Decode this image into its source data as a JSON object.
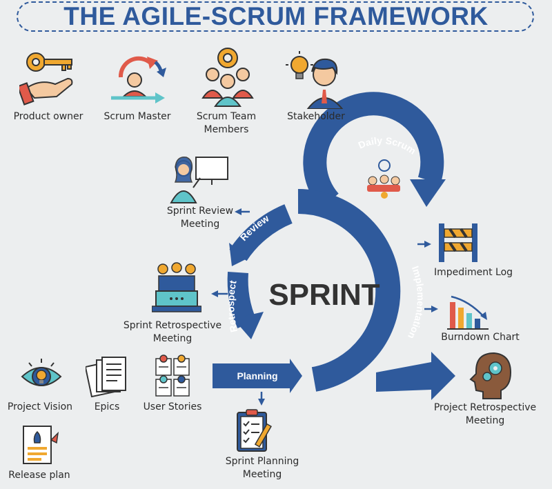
{
  "title": "THE AGILE-SCRUM FRAMEWORK",
  "roles": {
    "product_owner": "Product owner",
    "scrum_master": "Scrum Master",
    "team_line1": "Scrum Team",
    "team_line2": "Members",
    "stakeholder": "Stakeholder"
  },
  "cycle": {
    "center": "SPRINT",
    "daily_scrum": "Daily Scrum",
    "review": "Review",
    "retrospect": "Retrospect",
    "implementation": "Implementation",
    "planning": "Planning"
  },
  "events": {
    "review_line1": "Sprint Review",
    "review_line2": "Meeting",
    "retro_line1": "Sprint Retrospective",
    "retro_line2": "Meeting",
    "planning_line1": "Sprint Planning",
    "planning_line2": "Meeting",
    "impediment_log": "Impediment Log",
    "burndown_chart": "Burndown Chart",
    "project_retro_line1": "Project Retrospective",
    "project_retro_line2": "Meeting"
  },
  "artifacts": {
    "project_vision": "Project Vision",
    "epics": "Epics",
    "user_stories": "User Stories",
    "release_plan": "Release plan"
  },
  "colors": {
    "brand_blue": "#2f5a9c",
    "accent_orange": "#f0a830",
    "accent_red": "#e05a4a",
    "accent_teal": "#5fc4c9"
  }
}
